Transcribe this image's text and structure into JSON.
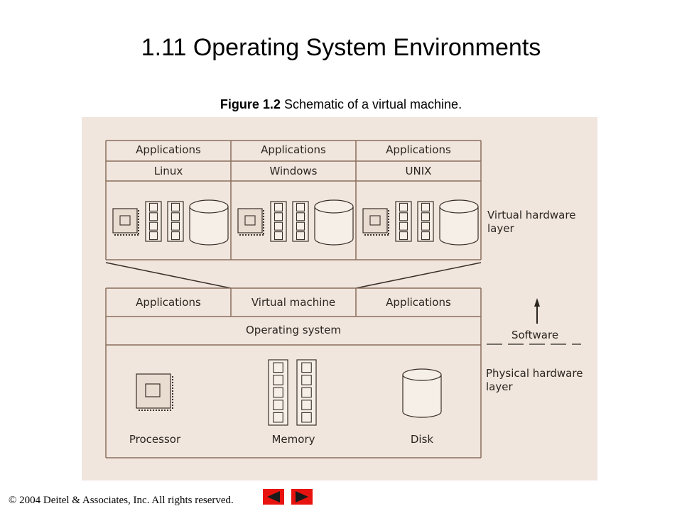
{
  "slide": {
    "title": "1.11 Operating System Environments",
    "caption_label": "Figure 1.2",
    "caption_text": " Schematic of a virtual machine."
  },
  "diagram": {
    "virtual_columns": [
      {
        "app": "Applications",
        "os": "Linux"
      },
      {
        "app": "Applications",
        "os": "Windows"
      },
      {
        "app": "Applications",
        "os": "UNIX"
      }
    ],
    "virtual_hardware_label": [
      "Virtual hardware",
      "layer"
    ],
    "host_row": [
      "Applications",
      "Virtual machine",
      "Applications"
    ],
    "host_os": "Operating system",
    "software_label": "Software",
    "physical_hardware_label": [
      "Physical hardware",
      "layer"
    ],
    "physical_components": [
      "Processor",
      "Memory",
      "Disk"
    ]
  },
  "footer": {
    "copyright": "© 2004 Deitel & Associates, Inc.  All rights reserved."
  },
  "colors": {
    "paper": "#f0e6de",
    "line": "#8a6f5c",
    "nav": "#e8130f"
  }
}
